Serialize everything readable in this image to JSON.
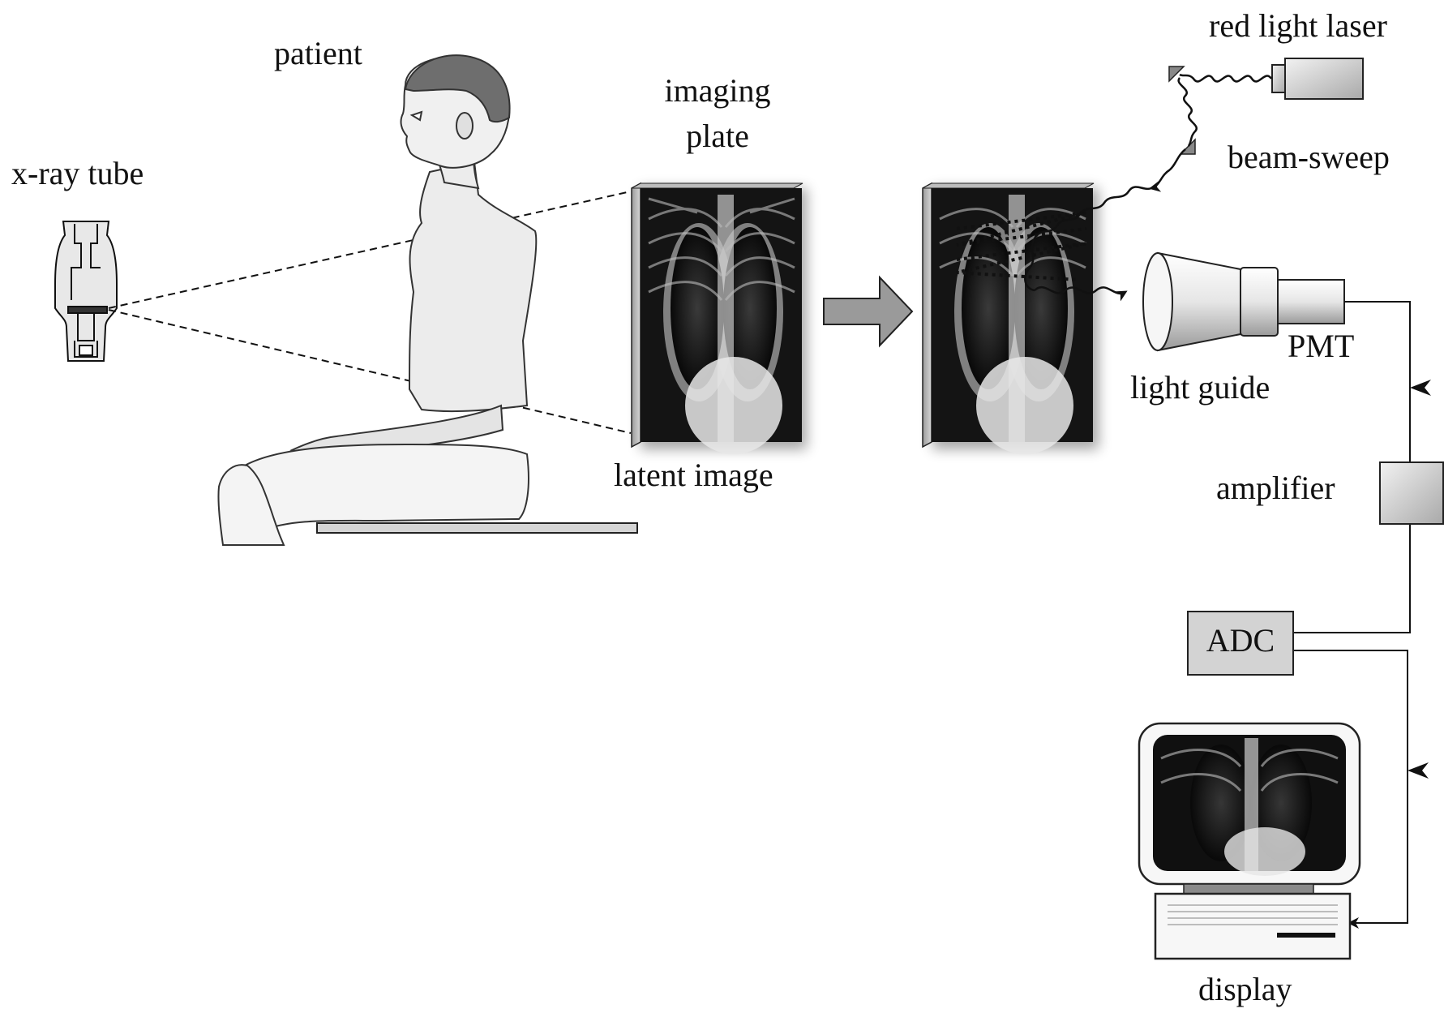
{
  "labels": {
    "xray_tube": "x-ray tube",
    "patient": "patient",
    "imaging_plate_line1": "imaging",
    "imaging_plate_line2": "plate",
    "latent_image": "latent image",
    "red_light_laser": "red light laser",
    "beam_sweep": "beam-sweep",
    "pmt": "PMT",
    "light_guide": "light guide",
    "amplifier": "amplifier",
    "adc": "ADC",
    "display": "display"
  },
  "colors": {
    "line": "#111111",
    "box_fill": "#cfcfcf",
    "plate_dark": "#0e0e0e",
    "body_fill": "#ededed",
    "arrow_fill": "#9a9a9a"
  }
}
